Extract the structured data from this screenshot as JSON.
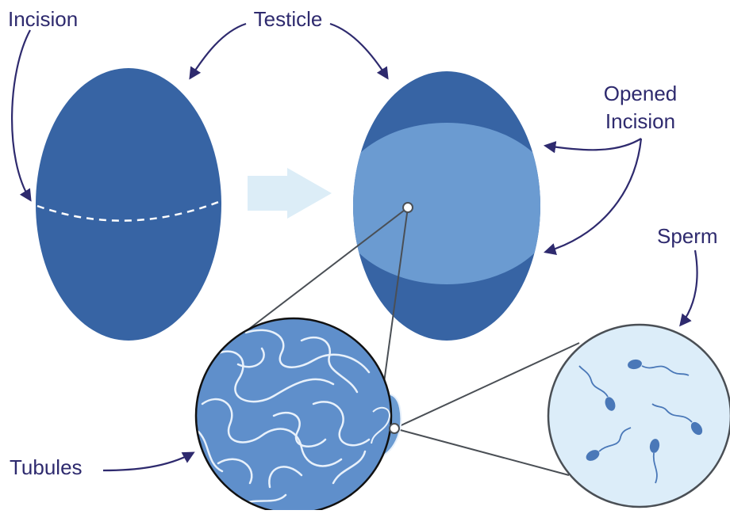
{
  "labels": {
    "incision": "Incision",
    "testicle": "Testicle",
    "opened_incision_line1": "Opened",
    "opened_incision_line2": "Incision",
    "sperm": "Sperm",
    "tubules": "Tubules"
  },
  "colors": {
    "testicle_dark": "#3764a4",
    "testicle_light": "#6b9bd1",
    "tubule_fill": "#5f8fcb",
    "tubule_line": "#e8f1fb",
    "sperm_bg": "#dcedf9",
    "sperm_body": "#4a78b8",
    "arrow_fill": "#dcedf7",
    "label_text": "#2e2a6e",
    "connector": "#4a4f55"
  },
  "icons": {
    "progress_arrow": "right-arrow-icon"
  }
}
